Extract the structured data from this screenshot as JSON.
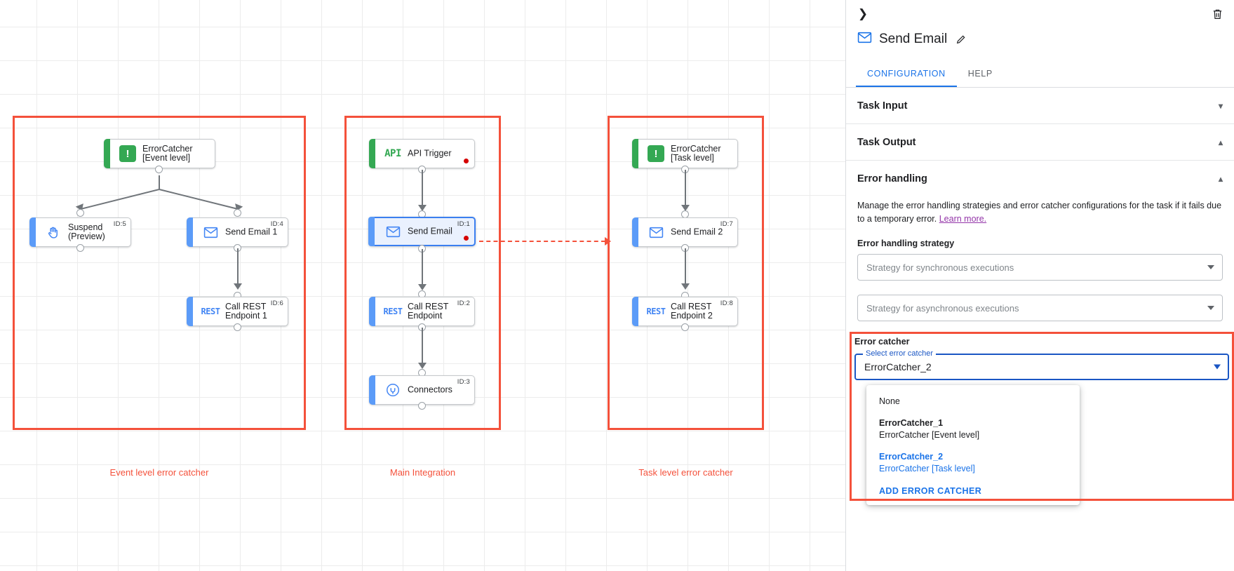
{
  "canvas": {
    "groups": [
      {
        "caption": "Event level error catcher"
      },
      {
        "caption": "Main Integration"
      },
      {
        "caption": "Task level error catcher"
      }
    ],
    "nodes": [
      {
        "label": "ErrorCatcher\n[Event level]",
        "id": "",
        "icon": "error-catcher-icon"
      },
      {
        "label": "Suspend\n(Preview)",
        "id": "ID:5",
        "icon": "suspend-hand-icon"
      },
      {
        "label": "Send Email 1",
        "id": "ID:4",
        "icon": "email-icon"
      },
      {
        "label": "Call REST\nEndpoint 1",
        "id": "ID:6",
        "icon": "rest-icon"
      },
      {
        "label": "API Trigger",
        "id": "",
        "icon": "api-icon"
      },
      {
        "label": "Send Email",
        "id": "ID:1",
        "icon": "email-icon"
      },
      {
        "label": "Call REST\nEndpoint",
        "id": "ID:2",
        "icon": "rest-icon"
      },
      {
        "label": "Connectors",
        "id": "ID:3",
        "icon": "connectors-icon"
      },
      {
        "label": "ErrorCatcher\n[Task level]",
        "id": "",
        "icon": "error-catcher-icon"
      },
      {
        "label": "Send Email 2",
        "id": "ID:7",
        "icon": "email-icon"
      },
      {
        "label": "Call REST\nEndpoint 2",
        "id": "ID:8",
        "icon": "rest-icon"
      }
    ]
  },
  "panel": {
    "title": "Send Email",
    "tabs": [
      {
        "label": "CONFIGURATION",
        "active": true
      },
      {
        "label": "HELP",
        "active": false
      }
    ],
    "sections": [
      {
        "label": "Task Input",
        "expanded": false
      },
      {
        "label": "Task Output",
        "expanded": true
      },
      {
        "label": "Error handling",
        "expanded": true
      }
    ],
    "error_handling": {
      "description": "Manage the error handling strategies and error catcher configurations for the task if it fails due to a temporary error.",
      "link": "Learn more.",
      "strategy_label": "Error handling strategy",
      "sync_placeholder": "Strategy for synchronous executions",
      "async_placeholder": "Strategy for asynchronous executions"
    },
    "error_catcher": {
      "title": "Error catcher",
      "field_label": "Select error catcher",
      "value": "ErrorCatcher_2",
      "options": [
        {
          "name": "None",
          "sub": "",
          "selected": false
        },
        {
          "name": "ErrorCatcher_1",
          "sub": "ErrorCatcher [Event level]",
          "selected": false
        },
        {
          "name": "ErrorCatcher_2",
          "sub": "ErrorCatcher [Task level]",
          "selected": true
        }
      ],
      "add_label": "ADD ERROR CATCHER"
    }
  },
  "colors": {
    "accent_blue": "#1a73e8",
    "highlight_red": "#f4513b",
    "green": "#34a853",
    "link_purple": "#9334a8"
  }
}
